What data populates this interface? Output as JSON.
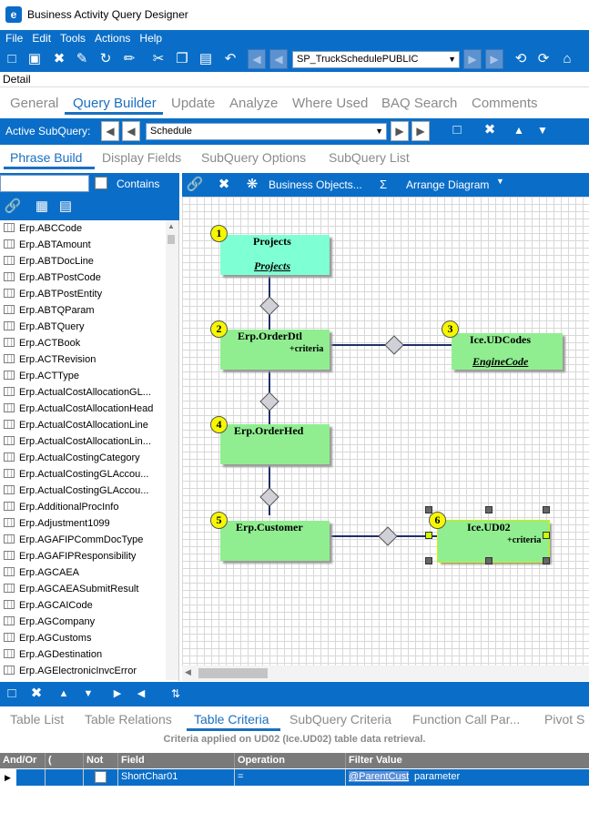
{
  "window": {
    "title": "Business Activity Query Designer",
    "logo_letter": "e"
  },
  "menu": [
    "File",
    "Edit",
    "Tools",
    "Actions",
    "Help"
  ],
  "toolbar": {
    "query_select_value": "SP_TruckSchedulePUBLIC"
  },
  "detail_label": "Detail",
  "main_tabs": [
    "General",
    "Query Builder",
    "Update",
    "Analyze",
    "Where Used",
    "BAQ Search",
    "Comments"
  ],
  "active_main_tab": "Query Builder",
  "subquery": {
    "label": "Active SubQuery:",
    "value": "Schedule"
  },
  "phrase_tabs": [
    "Phrase Build",
    "Display Fields",
    "SubQuery Options",
    "SubQuery List"
  ],
  "search": {
    "contains_label": "Contains",
    "value": ""
  },
  "table_list": [
    "Erp.ABCCode",
    "Erp.ABTAmount",
    "Erp.ABTDocLine",
    "Erp.ABTPostCode",
    "Erp.ABTPostEntity",
    "Erp.ABTQParam",
    "Erp.ABTQuery",
    "Erp.ACTBook",
    "Erp.ACTRevision",
    "Erp.ACTType",
    "Erp.ActualCostAllocationGL...",
    "Erp.ActualCostAllocationHead",
    "Erp.ActualCostAllocationLine",
    "Erp.ActualCostAllocationLin...",
    "Erp.ActualCostingCategory",
    "Erp.ActualCostingGLAccou...",
    "Erp.ActualCostingGLAccou...",
    "Erp.AdditionalProcInfo",
    "Erp.Adjustment1099",
    "Erp.AGAFIPCommDocType",
    "Erp.AGAFIPResponsibility",
    "Erp.AGCAEA",
    "Erp.AGCAEASubmitResult",
    "Erp.AGCAICode",
    "Erp.AGCompany",
    "Erp.AGCustoms",
    "Erp.AGDestination",
    "Erp.AGElectronicInvcError"
  ],
  "diagram_toolbar": {
    "business_objects": "Business Objects...",
    "sigma": "Σ",
    "arrange": "Arrange Diagram"
  },
  "diagram": {
    "nodes": [
      {
        "num": "1",
        "title": "Projects",
        "subtitle": "Projects",
        "criteria": "",
        "color": "#7fffd4"
      },
      {
        "num": "2",
        "title": "Erp.OrderDtl",
        "subtitle": "",
        "criteria": "+criteria",
        "color": "#90ee90"
      },
      {
        "num": "3",
        "title": "Ice.UDCodes",
        "subtitle": "EngineCode",
        "criteria": "",
        "color": "#90ee90"
      },
      {
        "num": "4",
        "title": "Erp.OrderHed",
        "subtitle": "",
        "criteria": "",
        "color": "#90ee90"
      },
      {
        "num": "5",
        "title": "Erp.Customer",
        "subtitle": "",
        "criteria": "",
        "color": "#90ee90"
      },
      {
        "num": "6",
        "title": "Ice.UD02",
        "subtitle": "",
        "criteria": "+criteria",
        "color": "#90ee90"
      }
    ]
  },
  "bottom_tabs": [
    "Table List",
    "Table Relations",
    "Table Criteria",
    "SubQuery Criteria",
    "Function Call Par...",
    "Pivot S"
  ],
  "active_bottom_tab": "Table Criteria",
  "criteria_description": "Criteria applied on UD02 (Ice.UD02)  table data retrieval.",
  "criteria_grid": {
    "columns": [
      "And/Or",
      "(",
      "Not",
      "Field",
      "Operation",
      "Filter Value"
    ],
    "rows": [
      {
        "and_or": "",
        "open_paren": "",
        "not": "",
        "field": "ShortChar01",
        "operation": "=",
        "filter_link": "@ParentCust",
        "filter_text": "parameter"
      }
    ]
  },
  "colors": {
    "accent": "#0a6ec8",
    "active_tab": "#1a6fc0",
    "node_teal": "#7fffd4",
    "node_green": "#90ee90",
    "number_badge": "#f7f700"
  }
}
